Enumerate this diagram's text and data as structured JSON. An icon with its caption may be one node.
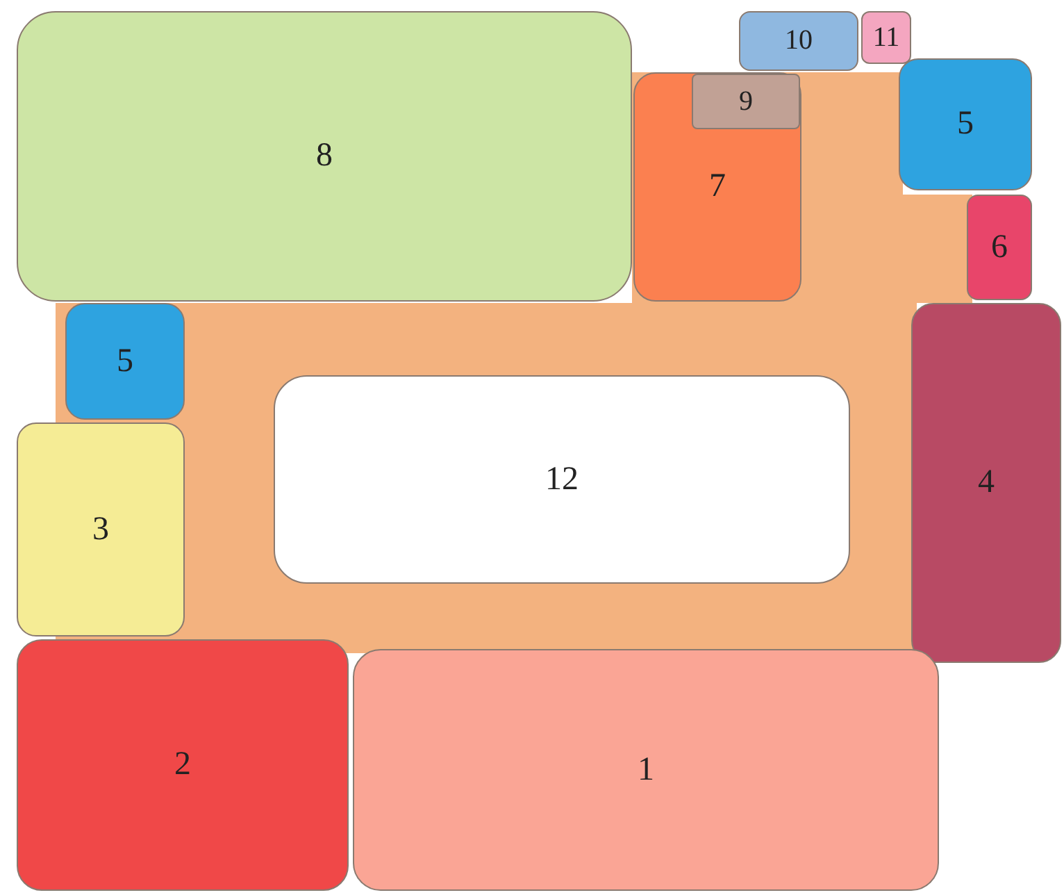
{
  "diagram": {
    "nodes": [
      {
        "text": [],
        "shape": "box"
      },
      {
        "text": [
          "10"
        ]
      },
      {
        "text": [
          "11"
        ]
      },
      {
        "text": [
          "8"
        ]
      },
      {
        "text": [
          "7"
        ],
        "in": 0
      },
      {
        "text": [
          "9"
        ],
        "in": 4
      },
      {
        "text": [
          "5"
        ]
      },
      {
        "text": [
          "6"
        ]
      },
      {
        "text": [
          "5"
        ],
        "in": 0
      },
      {
        "text": [
          "4"
        ]
      },
      {
        "text": [
          "12"
        ],
        "in": 0
      },
      {
        "text": [
          "3"
        ]
      },
      {
        "text": [
          "2"
        ]
      },
      {
        "text": [
          "1"
        ]
      }
    ]
  }
}
